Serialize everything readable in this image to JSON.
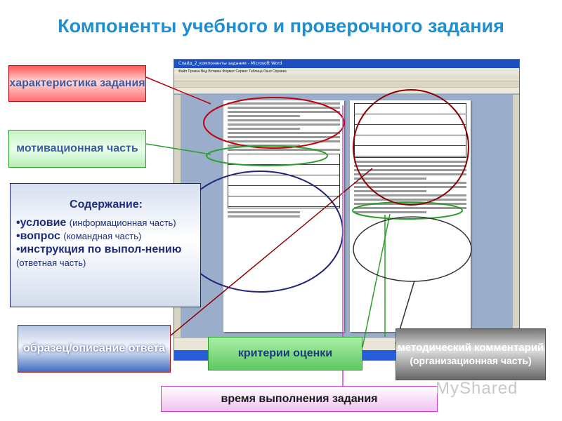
{
  "title": "Компоненты учебного и проверочного задания",
  "word_window": {
    "titlebar": "Слайд_2_компоненты задания - Microsoft Word",
    "menu": "Файл  Правка  Вид  Вставка  Формат  Сервис  Таблица  Окно  Справка"
  },
  "labels": {
    "characteristic": "характеристика задания",
    "motivation": "мотивационная часть",
    "content": {
      "heading": "Содержание:",
      "items": [
        {
          "main": "•условие",
          "sub": "(информационная часть)"
        },
        {
          "main": "•вопрос",
          "sub": "(командная часть)"
        },
        {
          "main": "•инструкция по выпол-нению",
          "sub": "(ответная часть)"
        }
      ]
    },
    "sample": "образец/описание ответа",
    "criteria": "критерии оценки",
    "methodical": {
      "main": "методический комментарий",
      "sub": "(организационная часть)"
    },
    "time": "время выполнения задания"
  },
  "watermark": "MyShared",
  "colors": {
    "title": "#1f8fcf",
    "red": "#c0000a",
    "green": "#2aa02a",
    "blue": "#20237d",
    "magenta": "#d040d0",
    "darkred": "#8b0000"
  }
}
